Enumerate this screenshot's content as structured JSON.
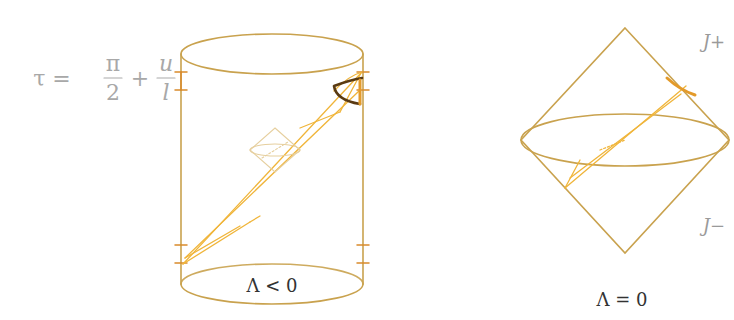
{
  "diagram": {
    "labels": [
      "τ =",
      "π",
      "2",
      "+",
      "u",
      "l",
      "Λ < 0",
      "Λ = 0",
      "J+",
      "J−"
    ]
  }
}
